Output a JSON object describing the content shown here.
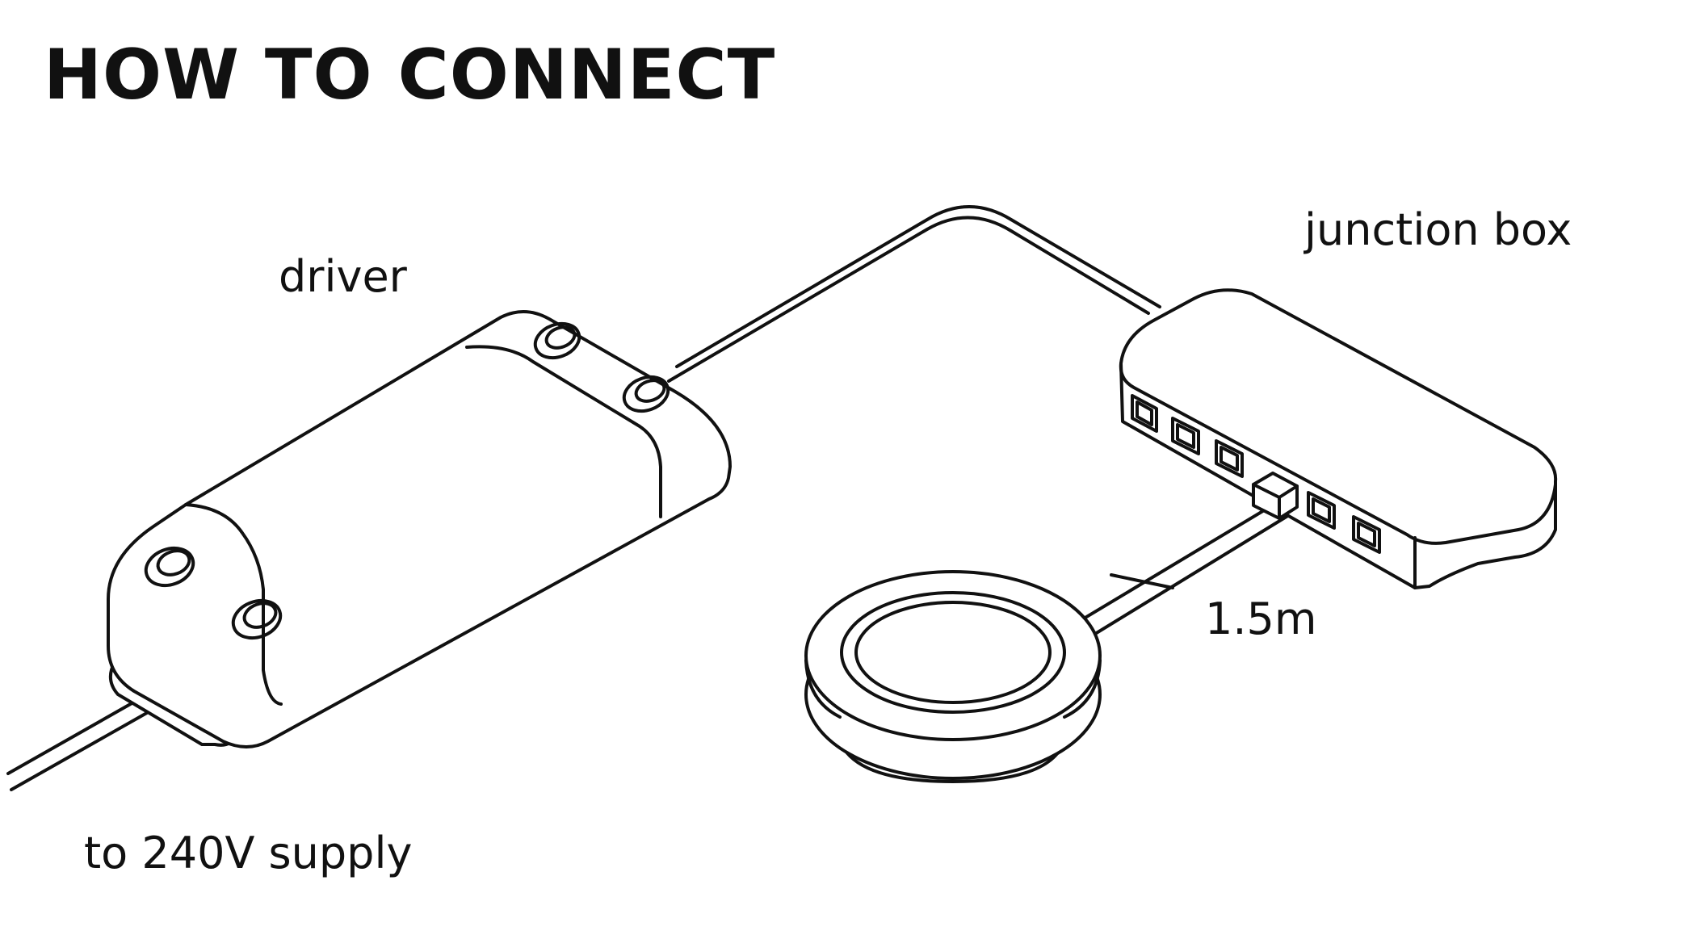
{
  "title": "HOW TO CONNECT",
  "labels": {
    "driver": "driver",
    "junction_box": "junction box",
    "cable_length": "1.5m",
    "supply": "to 240V supply"
  },
  "icons": [
    "driver-icon",
    "junction-box-icon",
    "downlight-icon"
  ],
  "colors": {
    "line": "#111111",
    "background": "#ffffff"
  }
}
